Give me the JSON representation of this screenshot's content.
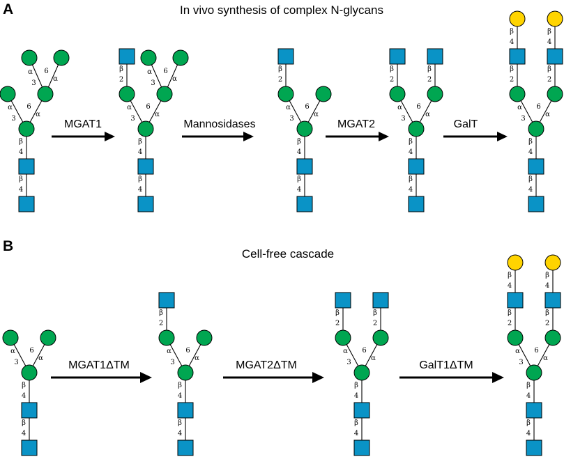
{
  "panels": [
    {
      "letter": "A",
      "title": "In vivo synthesis of complex N-glycans"
    },
    {
      "letter": "B",
      "title": "Cell-free cascade"
    }
  ],
  "enzymes_a": [
    "MGAT1",
    "Mannosidases",
    "MGAT2",
    "GalT"
  ],
  "enzymes_b": [
    "MGAT1ΔTM",
    "MGAT2ΔTM",
    "GalT1ΔTM"
  ],
  "colors": {
    "mannose": "#00a651",
    "glcnac": "#0a93c6",
    "galactose": "#ffd400",
    "outline": "#000000"
  },
  "glycans_a": [
    {
      "residues": [
        {
          "id": "g1",
          "type": "GlcNAc"
        },
        {
          "id": "g2",
          "type": "GlcNAc",
          "link": {
            "parent": "g1",
            "anomer": "β",
            "pos": "4"
          }
        },
        {
          "id": "m3",
          "type": "Man",
          "link": {
            "parent": "g2",
            "anomer": "β",
            "pos": "4"
          }
        },
        {
          "id": "mL",
          "type": "Man",
          "link": {
            "parent": "m3",
            "anomer": "α",
            "pos": "3"
          }
        },
        {
          "id": "mR",
          "type": "Man",
          "link": {
            "parent": "m3",
            "anomer": "α",
            "pos": "6"
          }
        },
        {
          "id": "mRL",
          "type": "Man",
          "link": {
            "parent": "mR",
            "anomer": "α",
            "pos": "3"
          }
        },
        {
          "id": "mRR",
          "type": "Man",
          "link": {
            "parent": "mR",
            "anomer": "α",
            "pos": "6"
          }
        }
      ]
    },
    {
      "residues": [
        {
          "id": "g1",
          "type": "GlcNAc"
        },
        {
          "id": "g2",
          "type": "GlcNAc",
          "link": {
            "parent": "g1",
            "anomer": "β",
            "pos": "4"
          }
        },
        {
          "id": "m3",
          "type": "Man",
          "link": {
            "parent": "g2",
            "anomer": "β",
            "pos": "4"
          }
        },
        {
          "id": "mL",
          "type": "Man",
          "link": {
            "parent": "m3",
            "anomer": "α",
            "pos": "3"
          }
        },
        {
          "id": "gnL",
          "type": "GlcNAc",
          "link": {
            "parent": "mL",
            "anomer": "β",
            "pos": "2"
          }
        },
        {
          "id": "mR",
          "type": "Man",
          "link": {
            "parent": "m3",
            "anomer": "α",
            "pos": "6"
          }
        },
        {
          "id": "mRL",
          "type": "Man",
          "link": {
            "parent": "mR",
            "anomer": "α",
            "pos": "3"
          }
        },
        {
          "id": "mRR",
          "type": "Man",
          "link": {
            "parent": "mR",
            "anomer": "α",
            "pos": "6"
          }
        }
      ]
    },
    {
      "residues": [
        {
          "id": "g1",
          "type": "GlcNAc"
        },
        {
          "id": "g2",
          "type": "GlcNAc",
          "link": {
            "parent": "g1",
            "anomer": "β",
            "pos": "4"
          }
        },
        {
          "id": "m3",
          "type": "Man",
          "link": {
            "parent": "g2",
            "anomer": "β",
            "pos": "4"
          }
        },
        {
          "id": "mL",
          "type": "Man",
          "link": {
            "parent": "m3",
            "anomer": "α",
            "pos": "3"
          }
        },
        {
          "id": "gnL",
          "type": "GlcNAc",
          "link": {
            "parent": "mL",
            "anomer": "β",
            "pos": "2"
          }
        },
        {
          "id": "mR",
          "type": "Man",
          "link": {
            "parent": "m3",
            "anomer": "α",
            "pos": "6"
          }
        }
      ]
    },
    {
      "residues": [
        {
          "id": "g1",
          "type": "GlcNAc"
        },
        {
          "id": "g2",
          "type": "GlcNAc",
          "link": {
            "parent": "g1",
            "anomer": "β",
            "pos": "4"
          }
        },
        {
          "id": "m3",
          "type": "Man",
          "link": {
            "parent": "g2",
            "anomer": "β",
            "pos": "4"
          }
        },
        {
          "id": "mL",
          "type": "Man",
          "link": {
            "parent": "m3",
            "anomer": "α",
            "pos": "3"
          }
        },
        {
          "id": "gnL",
          "type": "GlcNAc",
          "link": {
            "parent": "mL",
            "anomer": "β",
            "pos": "2"
          }
        },
        {
          "id": "mR",
          "type": "Man",
          "link": {
            "parent": "m3",
            "anomer": "α",
            "pos": "6"
          }
        },
        {
          "id": "gnR",
          "type": "GlcNAc",
          "link": {
            "parent": "mR",
            "anomer": "β",
            "pos": "2"
          }
        }
      ]
    },
    {
      "residues": [
        {
          "id": "g1",
          "type": "GlcNAc"
        },
        {
          "id": "g2",
          "type": "GlcNAc",
          "link": {
            "parent": "g1",
            "anomer": "β",
            "pos": "4"
          }
        },
        {
          "id": "m3",
          "type": "Man",
          "link": {
            "parent": "g2",
            "anomer": "β",
            "pos": "4"
          }
        },
        {
          "id": "mL",
          "type": "Man",
          "link": {
            "parent": "m3",
            "anomer": "α",
            "pos": "3"
          }
        },
        {
          "id": "gnL",
          "type": "GlcNAc",
          "link": {
            "parent": "mL",
            "anomer": "β",
            "pos": "2"
          }
        },
        {
          "id": "galL",
          "type": "Gal",
          "link": {
            "parent": "gnL",
            "anomer": "β",
            "pos": "4"
          }
        },
        {
          "id": "mR",
          "type": "Man",
          "link": {
            "parent": "m3",
            "anomer": "α",
            "pos": "6"
          }
        },
        {
          "id": "gnR",
          "type": "GlcNAc",
          "link": {
            "parent": "mR",
            "anomer": "β",
            "pos": "2"
          }
        },
        {
          "id": "galR",
          "type": "Gal",
          "link": {
            "parent": "gnR",
            "anomer": "β",
            "pos": "4"
          }
        }
      ]
    }
  ],
  "glycans_b": [
    {
      "residues": [
        {
          "id": "g1",
          "type": "GlcNAc"
        },
        {
          "id": "g2",
          "type": "GlcNAc",
          "link": {
            "parent": "g1",
            "anomer": "β",
            "pos": "4"
          }
        },
        {
          "id": "m3",
          "type": "Man",
          "link": {
            "parent": "g2",
            "anomer": "β",
            "pos": "4"
          }
        },
        {
          "id": "mL",
          "type": "Man",
          "link": {
            "parent": "m3",
            "anomer": "α",
            "pos": "3"
          }
        },
        {
          "id": "mR",
          "type": "Man",
          "link": {
            "parent": "m3",
            "anomer": "α",
            "pos": "6"
          }
        }
      ]
    },
    {
      "residues": [
        {
          "id": "g1",
          "type": "GlcNAc"
        },
        {
          "id": "g2",
          "type": "GlcNAc",
          "link": {
            "parent": "g1",
            "anomer": "β",
            "pos": "4"
          }
        },
        {
          "id": "m3",
          "type": "Man",
          "link": {
            "parent": "g2",
            "anomer": "β",
            "pos": "4"
          }
        },
        {
          "id": "mL",
          "type": "Man",
          "link": {
            "parent": "m3",
            "anomer": "α",
            "pos": "3"
          }
        },
        {
          "id": "gnL",
          "type": "GlcNAc",
          "link": {
            "parent": "mL",
            "anomer": "β",
            "pos": "2"
          }
        },
        {
          "id": "mR",
          "type": "Man",
          "link": {
            "parent": "m3",
            "anomer": "α",
            "pos": "6"
          }
        }
      ]
    },
    {
      "residues": [
        {
          "id": "g1",
          "type": "GlcNAc"
        },
        {
          "id": "g2",
          "type": "GlcNAc",
          "link": {
            "parent": "g1",
            "anomer": "β",
            "pos": "4"
          }
        },
        {
          "id": "m3",
          "type": "Man",
          "link": {
            "parent": "g2",
            "anomer": "β",
            "pos": "4"
          }
        },
        {
          "id": "mL",
          "type": "Man",
          "link": {
            "parent": "m3",
            "anomer": "α",
            "pos": "3"
          }
        },
        {
          "id": "gnL",
          "type": "GlcNAc",
          "link": {
            "parent": "mL",
            "anomer": "β",
            "pos": "2"
          }
        },
        {
          "id": "mR",
          "type": "Man",
          "link": {
            "parent": "m3",
            "anomer": "α",
            "pos": "6"
          }
        },
        {
          "id": "gnR",
          "type": "GlcNAc",
          "link": {
            "parent": "mR",
            "anomer": "β",
            "pos": "2"
          }
        }
      ]
    },
    {
      "residues": [
        {
          "id": "g1",
          "type": "GlcNAc"
        },
        {
          "id": "g2",
          "type": "GlcNAc",
          "link": {
            "parent": "g1",
            "anomer": "β",
            "pos": "4"
          }
        },
        {
          "id": "m3",
          "type": "Man",
          "link": {
            "parent": "g2",
            "anomer": "β",
            "pos": "4"
          }
        },
        {
          "id": "mL",
          "type": "Man",
          "link": {
            "parent": "m3",
            "anomer": "α",
            "pos": "3"
          }
        },
        {
          "id": "gnL",
          "type": "GlcNAc",
          "link": {
            "parent": "mL",
            "anomer": "β",
            "pos": "2"
          }
        },
        {
          "id": "galL",
          "type": "Gal",
          "link": {
            "parent": "gnL",
            "anomer": "β",
            "pos": "4"
          }
        },
        {
          "id": "mR",
          "type": "Man",
          "link": {
            "parent": "m3",
            "anomer": "α",
            "pos": "6"
          }
        },
        {
          "id": "gnR",
          "type": "GlcNAc",
          "link": {
            "parent": "mR",
            "anomer": "β",
            "pos": "2"
          }
        },
        {
          "id": "galR",
          "type": "Gal",
          "link": {
            "parent": "gnR",
            "anomer": "β",
            "pos": "4"
          }
        }
      ]
    }
  ]
}
